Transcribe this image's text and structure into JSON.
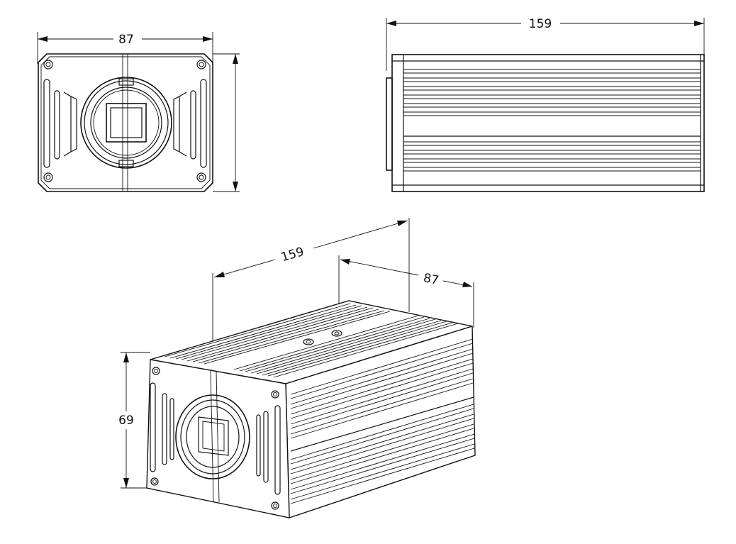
{
  "drawing": {
    "front_view": {
      "width_label": "87"
    },
    "side_view": {
      "length_label": "159"
    },
    "iso_view": {
      "length_label": "159",
      "width_label": "87",
      "height_label": "69"
    }
  },
  "colors": {
    "line": "#111111",
    "background": "#ffffff"
  }
}
